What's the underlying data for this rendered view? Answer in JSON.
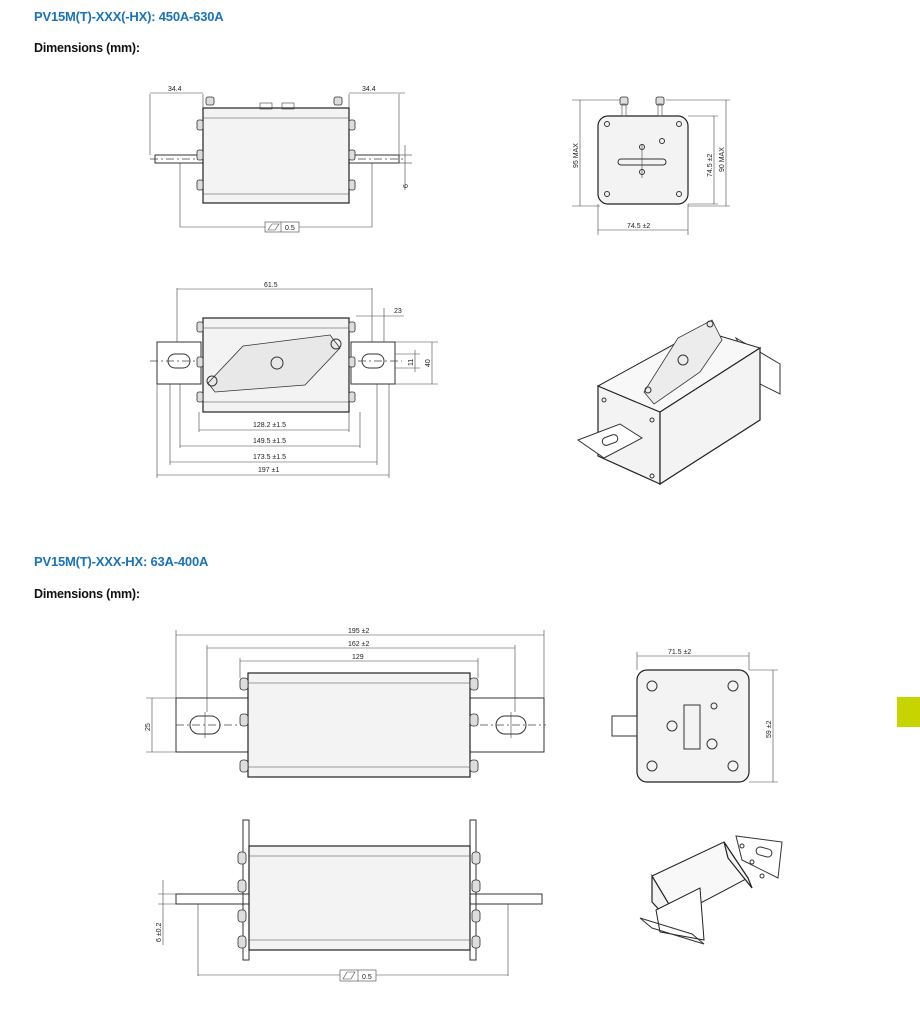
{
  "section1": {
    "title": "PV15M(T)-XXX(-HX): 450A-630A",
    "subtitle": "Dimensions (mm):",
    "dims": {
      "top_left_offset": "34.4",
      "top_right_offset": "34.4",
      "thickness": "6",
      "flatness": "0.5",
      "height_max": "95 MAX",
      "height_tol": "74.5 ±2",
      "height_max2": "90 MAX",
      "width_tol": "74.5 ±2",
      "mount_width": "61.5",
      "slot_len": "23",
      "slot_w": "11",
      "tab_w": "40",
      "len1": "128.2 ±1.5",
      "len2": "149.5 ±1.5",
      "len3": "173.5 ±1.5",
      "len4": "197 ±1"
    }
  },
  "section2": {
    "title": "PV15M(T)-XXX-HX: 63A-400A",
    "subtitle": "Dimensions (mm):",
    "dims": {
      "total": "195 ±2",
      "holes": "162 ±2",
      "body": "129",
      "tab_w": "25",
      "width": "71.5 ±2",
      "height": "59 ±2",
      "thickness": "6 ±0.2",
      "flatness": "0.5"
    }
  },
  "colors": {
    "title": "#1a73b8",
    "accent_tab": "#c8d400"
  }
}
